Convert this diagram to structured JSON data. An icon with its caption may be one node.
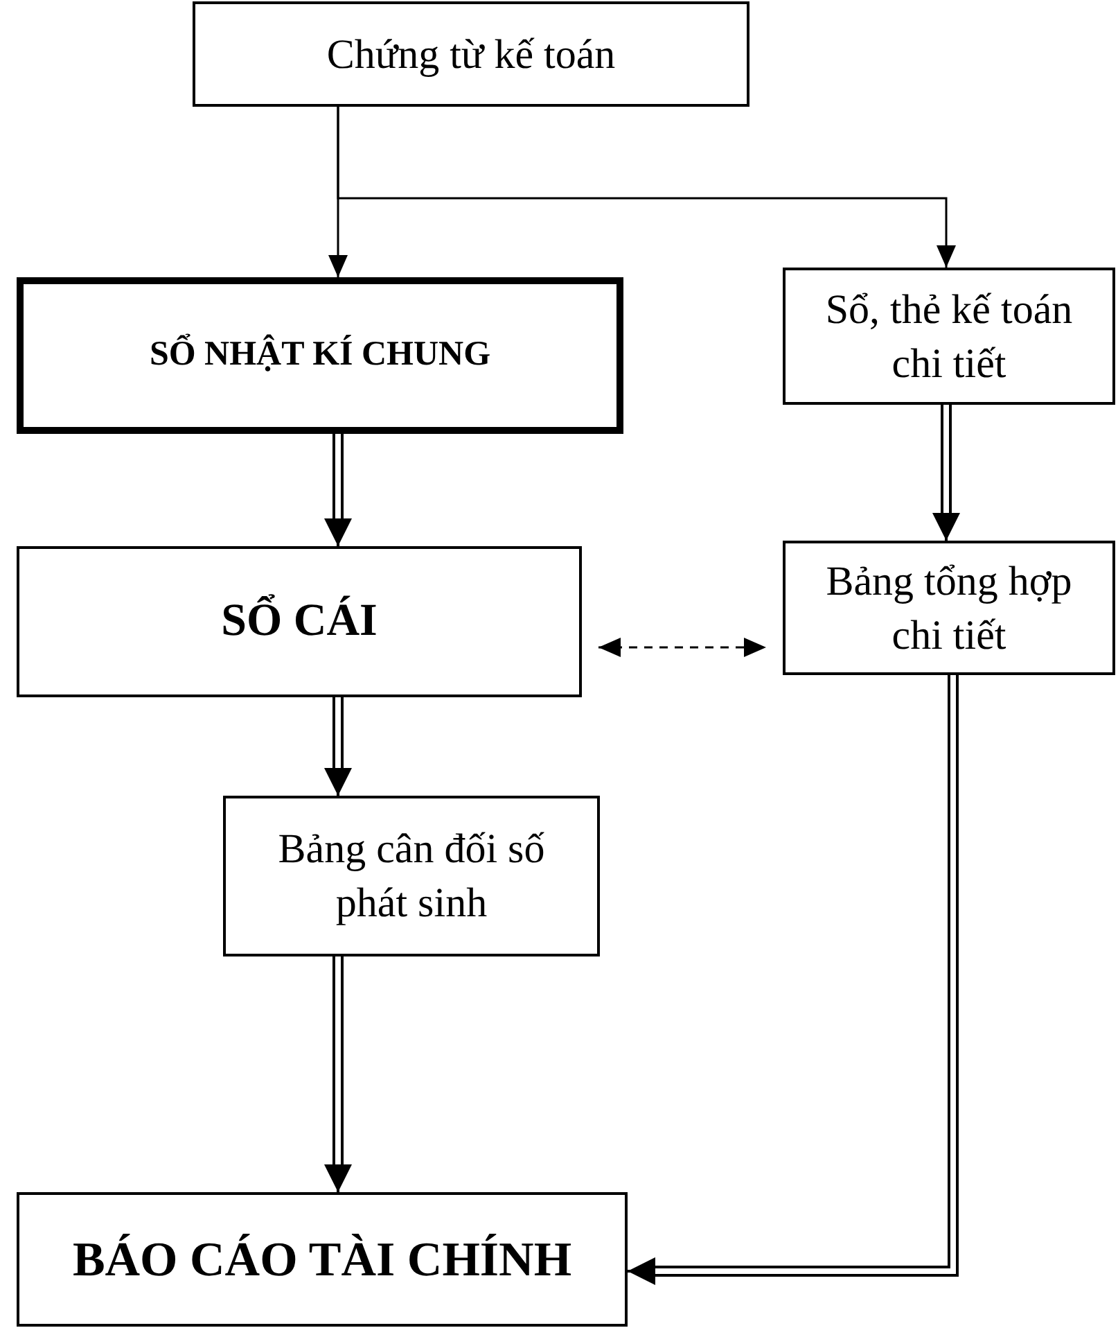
{
  "diagram": {
    "nodes": [
      {
        "text": [
          "Chứng từ kế toán"
        ]
      },
      {
        "text": [
          "SỔ NHẬT KÍ CHUNG"
        ]
      },
      {
        "text": [
          "Sổ, thẻ kế toán chi tiết"
        ]
      },
      {
        "text": [
          "SỔ CÁI"
        ]
      },
      {
        "text": [
          "Bảng tổng hợp chi tiết"
        ]
      },
      {
        "text": [
          "Bảng cân đối số phát sinh"
        ]
      },
      {
        "text": [
          "BÁO CÁO TÀI CHÍNH"
        ]
      }
    ],
    "edges": [
      {
        "from": 0,
        "to": 1,
        "arrow": "to"
      },
      {
        "from": 0,
        "to": 2,
        "arrow": "to"
      },
      {
        "from": 1,
        "to": 3,
        "arrow": "to"
      },
      {
        "from": 2,
        "to": 4,
        "arrow": "to"
      },
      {
        "from": 3,
        "to": 4,
        "arrow": "both",
        "style": "dashed"
      },
      {
        "from": 3,
        "to": 5,
        "arrow": "to"
      },
      {
        "from": 5,
        "to": 6,
        "arrow": "to"
      },
      {
        "from": 4,
        "to": 6,
        "arrow": "to"
      }
    ]
  }
}
